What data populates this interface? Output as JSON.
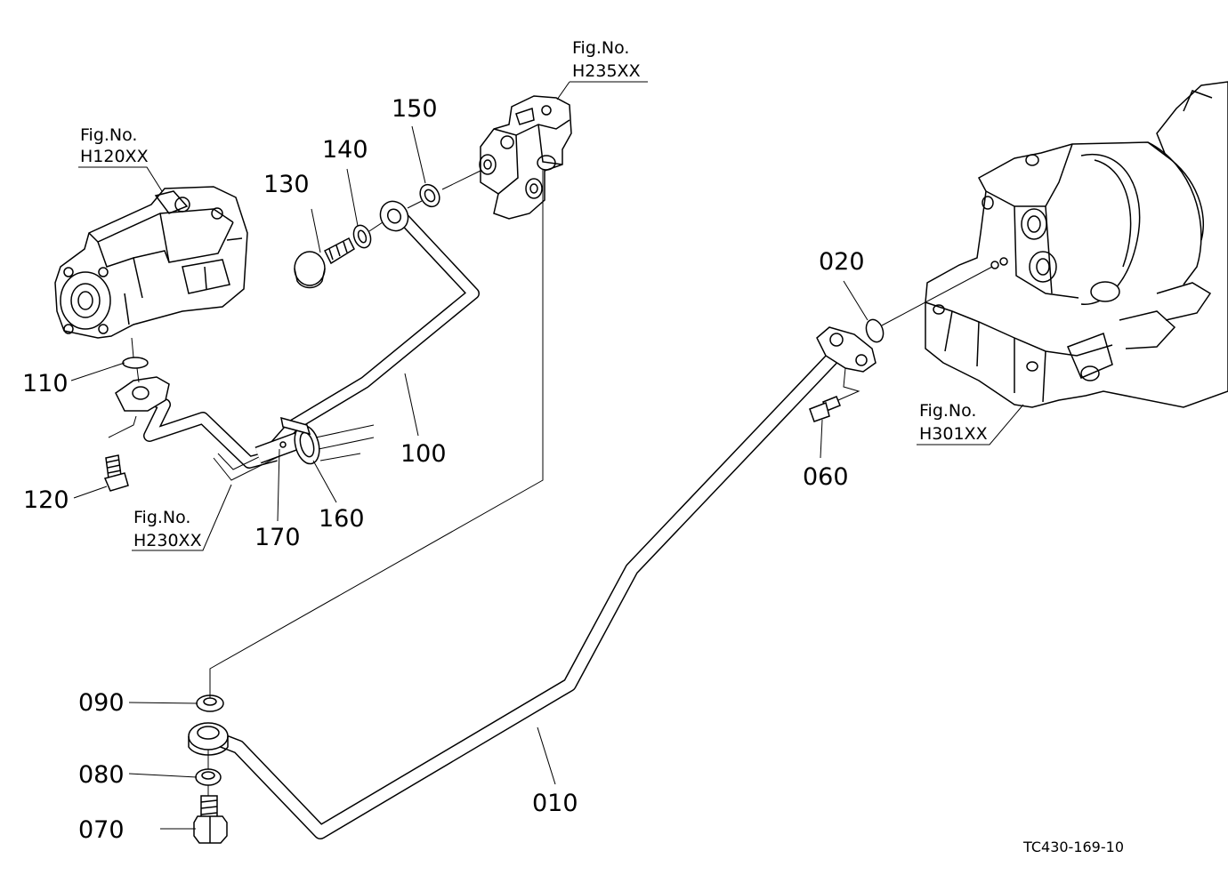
{
  "parts": [
    {
      "id": "p010",
      "label": "010"
    },
    {
      "id": "p020",
      "label": "020"
    },
    {
      "id": "p060",
      "label": "060"
    },
    {
      "id": "p070",
      "label": "070"
    },
    {
      "id": "p080",
      "label": "080"
    },
    {
      "id": "p090",
      "label": "090"
    },
    {
      "id": "p100",
      "label": "100"
    },
    {
      "id": "p110",
      "label": "110"
    },
    {
      "id": "p120",
      "label": "120"
    },
    {
      "id": "p130",
      "label": "130"
    },
    {
      "id": "p140",
      "label": "140"
    },
    {
      "id": "p150",
      "label": "150"
    },
    {
      "id": "p160",
      "label": "160"
    },
    {
      "id": "p170",
      "label": "170"
    }
  ],
  "figure_refs": [
    {
      "id": "h120",
      "caption": "Fig.No.",
      "number": "H120XX"
    },
    {
      "id": "h235",
      "caption": "Fig.No.",
      "number": "H235XX"
    },
    {
      "id": "h230",
      "caption": "Fig.No.",
      "number": "H230XX"
    },
    {
      "id": "h301",
      "caption": "Fig.No.",
      "number": "H301XX"
    }
  ],
  "drawing_code": "TC430-169-10"
}
